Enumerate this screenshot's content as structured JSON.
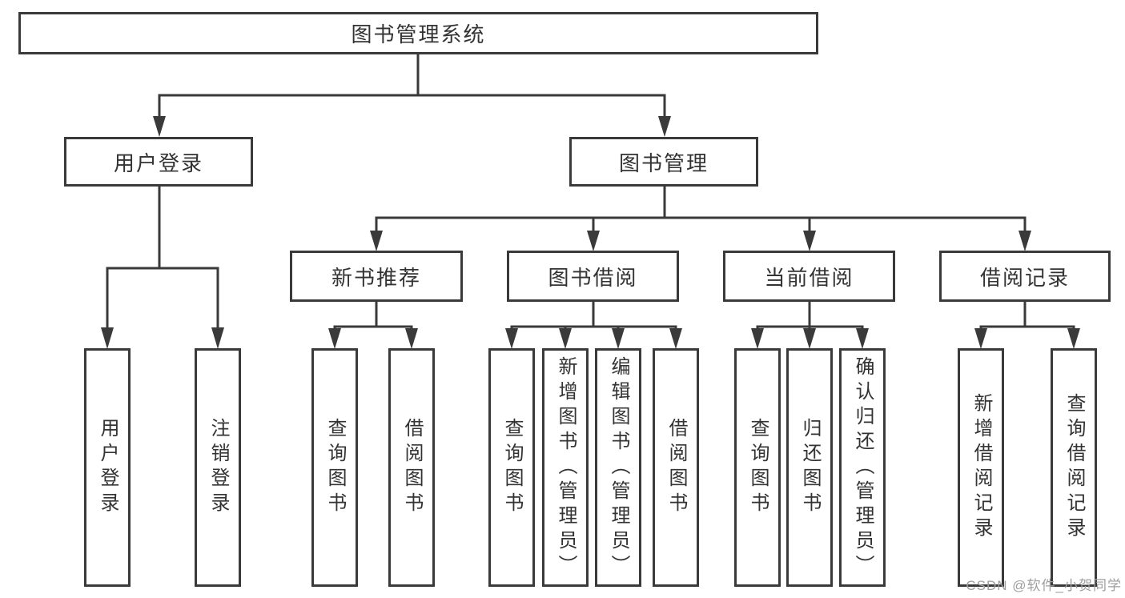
{
  "colors": {
    "line": "#3a3a3a",
    "text": "#333333",
    "box_background": "#ffffff",
    "watermark": "#9e9e9e"
  },
  "tree": {
    "root": {
      "label": "图书管理系统"
    },
    "branches": [
      {
        "label": "用户登录",
        "leaves": [
          "用户登录",
          "注销登录"
        ]
      },
      {
        "label": "图书管理",
        "children": [
          {
            "label": "新书推荐",
            "leaves": [
              "查询图书",
              "借阅图书"
            ]
          },
          {
            "label": "图书借阅",
            "leaves": [
              "查询图书",
              "新增图书（管理员）",
              "编辑图书（管理员）",
              "借阅图书"
            ]
          },
          {
            "label": "当前借阅",
            "leaves": [
              "查询图书",
              "归还图书",
              "确认归还（管理员）"
            ]
          },
          {
            "label": "借阅记录",
            "leaves": [
              "新增借阅记录",
              "查询借阅记录"
            ]
          }
        ]
      }
    ]
  },
  "watermark": "CSDN @软件_小贺同学"
}
